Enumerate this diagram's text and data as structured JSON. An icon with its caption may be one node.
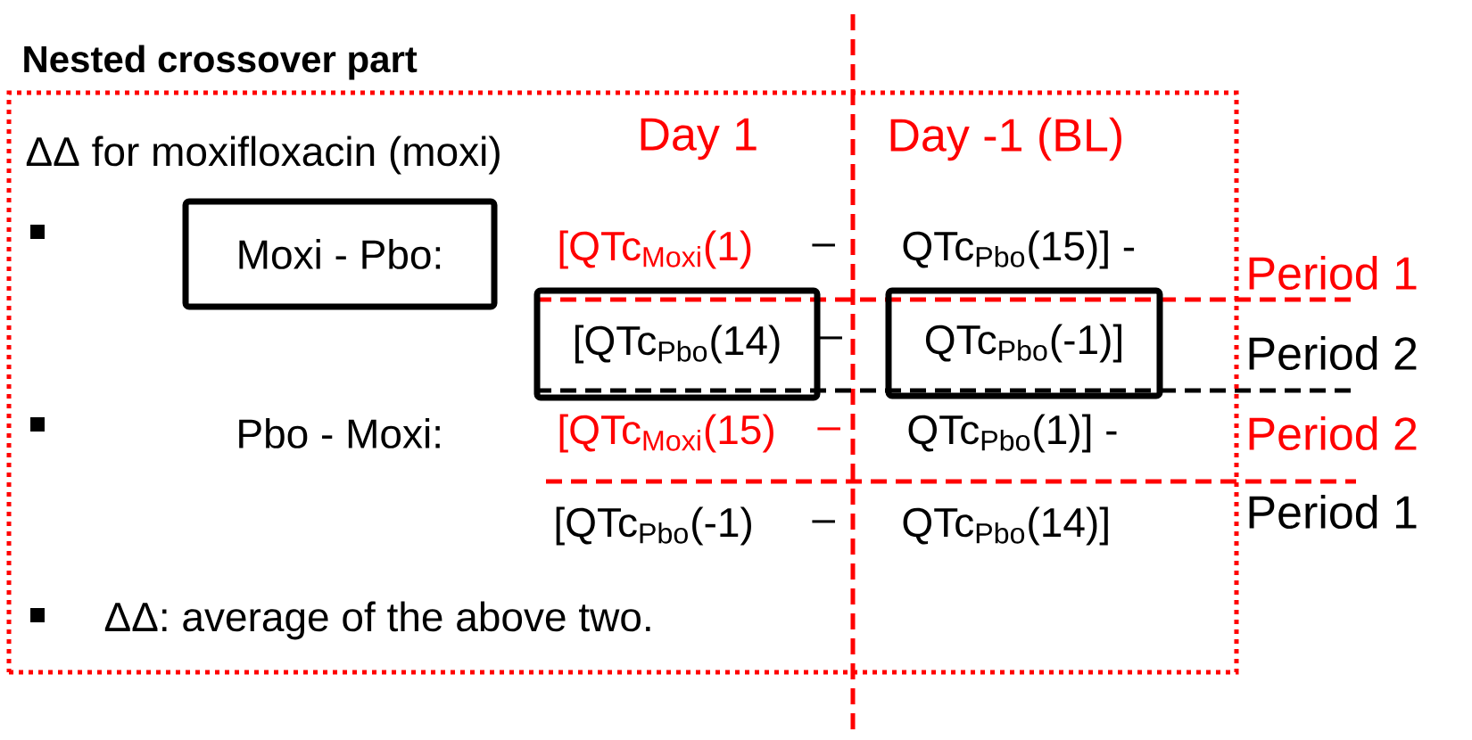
{
  "diagram": {
    "nodes": [
      {
        "text": [
          "Nested crossover part"
        ]
      },
      {
        "text": [
          "Moxi - Pbo:"
        ],
        "in": 0
      },
      {
        "text": [
          "[QTc$_{Pbo}$(14)"
        ],
        "in": 0
      },
      {
        "text": [
          "QTc$_{Pbo}$(-1)]"
        ],
        "in": 0
      }
    ],
    "labels": [
      "ΔΔ for moxifloxacin (moxi)",
      "Day 1",
      "Day -1 (BL)",
      "[QTc$_{Moxi}$(1)",
      "–",
      "QTc$_{Pbo}$(15)] -",
      "Period 1",
      "–",
      "Period 2",
      "Pbo - Moxi:",
      "[QTc$_{Moxi}$(15)",
      "–",
      "QTc$_{Pbo}$(1)] -",
      "Period 2",
      "[QTc$_{Pbo}$(-1)",
      "–",
      "QTc$_{Pbo}$(14)]",
      "Period 1",
      "ΔΔ: average of the above two."
    ]
  }
}
